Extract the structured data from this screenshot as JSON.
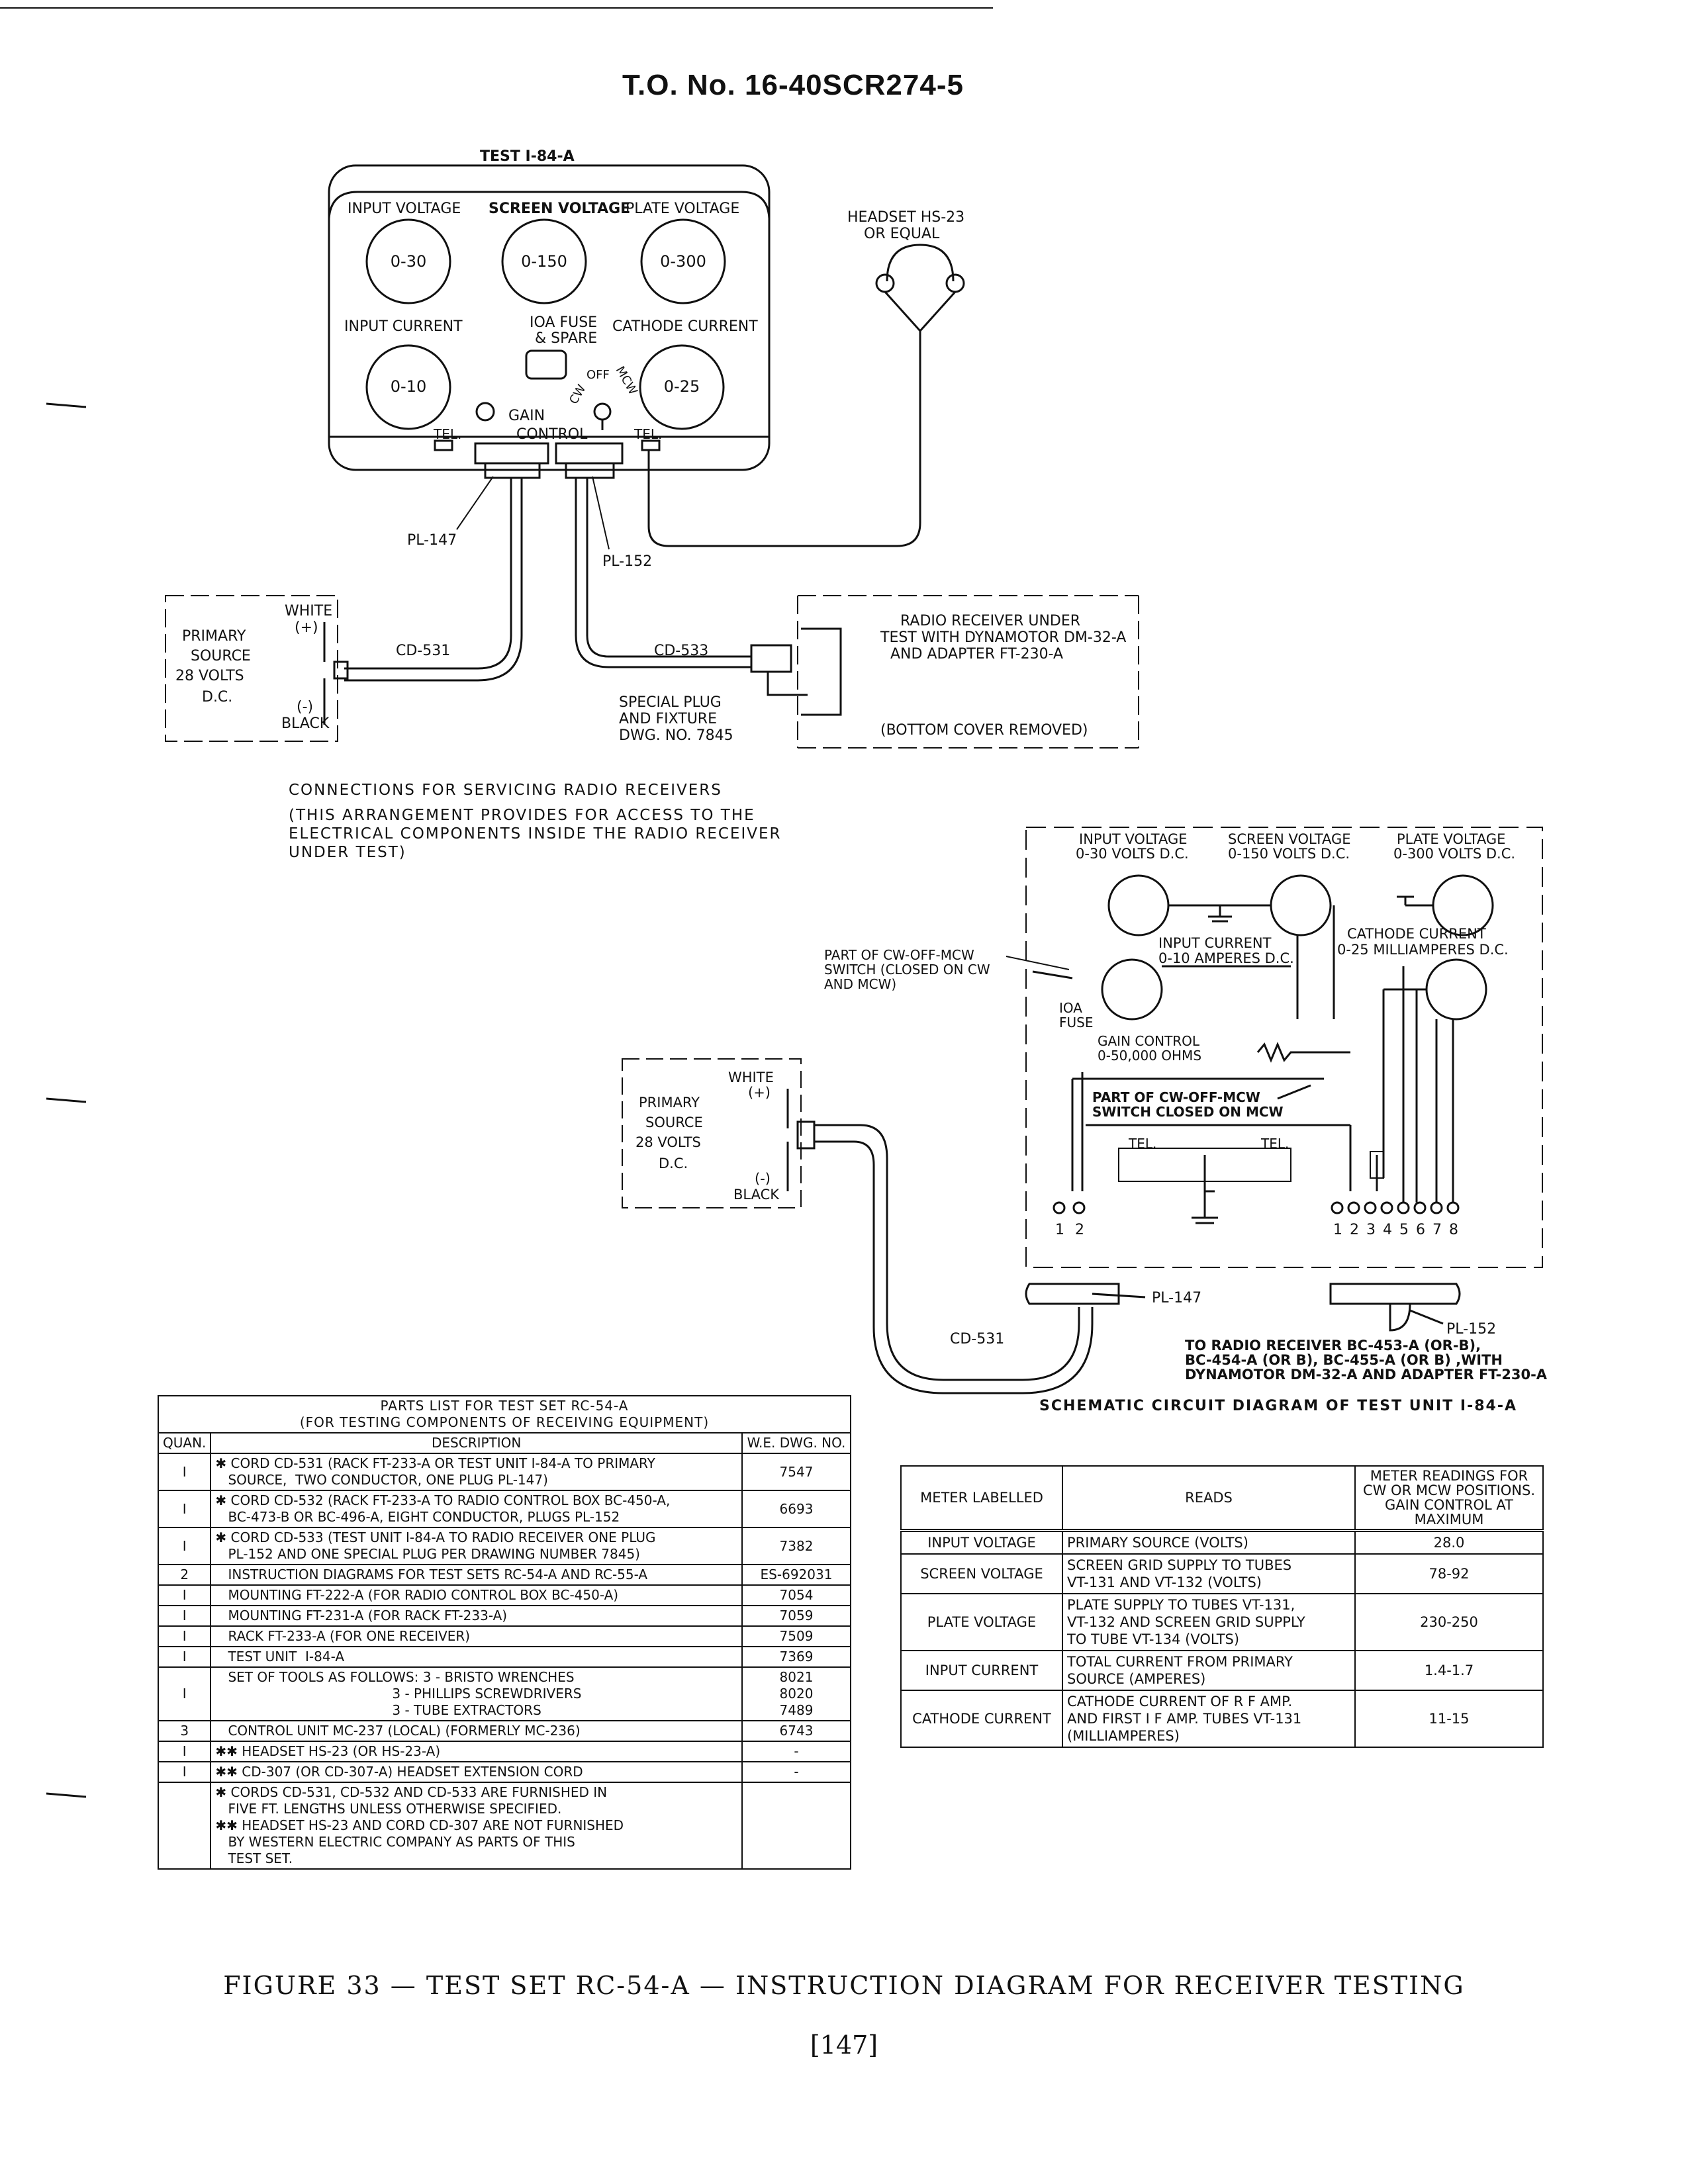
{
  "header": {
    "to_number": "T.O. No. 16-40SCR274-5"
  },
  "test_unit": {
    "title": "TEST  I-84-A",
    "input_voltage": "INPUT  VOLTAGE",
    "screen_voltage": "SCREEN VOLTAGE",
    "plate_voltage": "PLATE VOLTAGE",
    "meter_030": "0-30",
    "meter_0150": "0-150",
    "meter_0300": "0-300",
    "input_current": "INPUT  CURRENT",
    "fuse1": "IOA FUSE",
    "fuse2": "& SPARE",
    "cathode_current": "CATHODE CURRENT",
    "meter_010": "0-10",
    "meter_025": "0-25",
    "gain": "GAIN",
    "control": "CONTROL",
    "tel_left": "TEL.",
    "tel_right": "TEL.",
    "cw": "CW",
    "off": "OFF",
    "mcw": "MCW"
  },
  "headset": {
    "line1": "HEADSET HS-23",
    "line2": "OR EQUAL"
  },
  "connections": {
    "pl147": "PL-147",
    "pl152": "PL-152",
    "cd531": "CD-531",
    "cd533": "CD-533",
    "white": "WHITE",
    "plus": "(+)",
    "primary": "PRIMARY",
    "source": "SOURCE",
    "volts": "28  VOLTS",
    "dc": "D.C.",
    "minus": "(-)",
    "black": "BLACK",
    "plug1": "SPECIAL  PLUG",
    "plug2": "AND   FIXTURE",
    "plug3": "DWG.  NO. 7845",
    "recv1": "RADIO RECEIVER UNDER",
    "recv2": "TEST WITH DYNAMOTOR DM-32-A",
    "recv3": "AND ADAPTER FT-230-A",
    "recv4": "(BOTTOM COVER REMOVED)",
    "caption": [
      "CONNECTIONS  FOR  SERVICING  RADIO  RECEIVERS",
      "(THIS  ARRANGEMENT  PROVIDES  FOR  ACCESS  TO  THE",
      "ELECTRICAL  COMPONENTS  INSIDE  THE  RADIO  RECEIVER",
      "UNDER  TEST)"
    ]
  },
  "schematic": {
    "iv1": "INPUT  VOLTAGE",
    "iv2": "0-30  VOLTS  D.C.",
    "sv1": "SCREEN  VOLTAGE",
    "sv2": "0-150  VOLTS  D.C.",
    "pv1": "PLATE  VOLTAGE",
    "pv2": "0-300  VOLTS  D.C.",
    "ic1": "INPUT  CURRENT",
    "ic2": "0-10  AMPERES  D.C.",
    "cc1": "CATHODE  CURRENT",
    "cc2": "0-25  MILLIAMPERES  D.C.",
    "sw1": "PART  OF  CW-OFF-MCW",
    "sw2": "SWITCH  (CLOSED  ON CW",
    "sw3": "AND  MCW)",
    "fuse1": "IOA",
    "fuse2": "FUSE",
    "gain1": "GAIN  CONTROL",
    "gain2": "0-50,000  OHMS",
    "mcw1": "PART  OF  CW-OFF-MCW",
    "mcw2": "SWITCH  CLOSED  ON  MCW",
    "tel_left": "TEL.",
    "tel_right": "TEL.",
    "pins_left": [
      "1",
      "2"
    ],
    "pins_right": [
      "1",
      "2",
      "3",
      "4",
      "5",
      "6",
      "7",
      "8"
    ],
    "white": "WHITE",
    "plus": "(+)",
    "primary": "PRIMARY",
    "source": "SOURCE",
    "volts": "28  VOLTS",
    "dc": "D.C.",
    "minus": "(-)",
    "black": "BLACK",
    "pl147": "PL-147",
    "pl152": "PL-152",
    "cd531": "CD-531",
    "to1": "TO RADIO RECEIVER BC-453-A (OR-B),",
    "to2": "BC-454-A (OR B), BC-455-A (OR B) ,WITH",
    "to3": "DYNAMOTOR DM-32-A AND ADAPTER FT-230-A",
    "caption": "SCHEMATIC  CIRCUIT  DIAGRAM  OF  TEST  UNIT  I-84-A"
  },
  "parts_list": {
    "title1": "PARTS LIST FOR TEST SET RC-54-A",
    "title2": "(FOR TESTING COMPONENTS OF RECEIVING EQUIPMENT)",
    "headers": [
      "QUAN.",
      "DESCRIPTION",
      "W.E. DWG. NO."
    ],
    "rows": [
      {
        "q": "I",
        "d": "✱ CORD CD-531 (RACK FT-233-A OR TEST UNIT I-84-A TO PRIMARY\n   SOURCE,  TWO CONDUCTOR, ONE PLUG PL-147)",
        "n": "7547"
      },
      {
        "q": "I",
        "d": "✱ CORD CD-532 (RACK FT-233-A TO RADIO CONTROL BOX BC-450-A,\n   BC-473-B OR BC-496-A, EIGHT CONDUCTOR, PLUGS PL-152",
        "n": "6693"
      },
      {
        "q": "I",
        "d": "✱ CORD CD-533 (TEST UNIT I-84-A TO RADIO RECEIVER ONE PLUG\n   PL-152 AND ONE SPECIAL PLUG PER DRAWING NUMBER 7845)",
        "n": "7382"
      },
      {
        "q": "2",
        "d": "   INSTRUCTION DIAGRAMS FOR TEST SETS RC-54-A AND RC-55-A",
        "n": "ES-692031"
      },
      {
        "q": "I",
        "d": "   MOUNTING FT-222-A (FOR RADIO CONTROL BOX BC-450-A)",
        "n": "7054"
      },
      {
        "q": "I",
        "d": "   MOUNTING FT-231-A (FOR RACK FT-233-A)",
        "n": "7059"
      },
      {
        "q": "I",
        "d": "   RACK FT-233-A (FOR ONE RECEIVER)",
        "n": "7509"
      },
      {
        "q": "I",
        "d": "   TEST UNIT  I-84-A",
        "n": "7369"
      },
      {
        "q": "I",
        "d": "   SET OF TOOLS AS FOLLOWS: 3 - BRISTO WRENCHES\n                                          3 - PHILLIPS SCREWDRIVERS\n                                          3 - TUBE EXTRACTORS",
        "n": "8021\n8020\n7489"
      },
      {
        "q": "3",
        "d": "   CONTROL UNIT MC-237 (LOCAL) (FORMERLY MC-236)",
        "n": "6743"
      },
      {
        "q": "I",
        "d": "✱✱ HEADSET HS-23 (OR HS-23-A)",
        "n": "-"
      },
      {
        "q": "I",
        "d": "✱✱ CD-307 (OR CD-307-A) HEADSET EXTENSION CORD",
        "n": "-"
      },
      {
        "q": "",
        "d": "✱ CORDS CD-531, CD-532 AND CD-533 ARE FURNISHED IN\n   FIVE FT. LENGTHS UNLESS OTHERWISE SPECIFIED.\n✱✱ HEADSET HS-23 AND CORD CD-307 ARE NOT FURNISHED\n   BY WESTERN ELECTRIC COMPANY AS PARTS OF THIS\n   TEST SET.",
        "n": ""
      }
    ]
  },
  "meter_table": {
    "headers": [
      "METER LABELLED",
      "READS",
      "METER READINGS FOR\nCW OR MCW POSITIONS.\nGAIN CONTROL AT\nMAXIMUM"
    ],
    "rows": [
      {
        "m": "INPUT VOLTAGE",
        "r": "PRIMARY SOURCE  (VOLTS)",
        "v": "28.0"
      },
      {
        "m": "SCREEN VOLTAGE",
        "r": "SCREEN GRID SUPPLY TO TUBES\nVT-131 AND VT-132 (VOLTS)",
        "v": "78-92"
      },
      {
        "m": "PLATE VOLTAGE",
        "r": "PLATE SUPPLY TO TUBES VT-131,\nVT-132 AND SCREEN GRID SUPPLY\nTO TUBE VT-134  (VOLTS)",
        "v": "230-250"
      },
      {
        "m": "INPUT CURRENT",
        "r": "TOTAL CURRENT FROM PRIMARY\nSOURCE (AMPERES)",
        "v": "1.4-1.7"
      },
      {
        "m": "CATHODE CURRENT",
        "r": "CATHODE CURRENT OF R F AMP.\nAND FIRST I F AMP. TUBES VT-131\n(MILLIAMPERES)",
        "v": "11-15"
      }
    ]
  },
  "figure": {
    "caption": "FIGURE 33 — TEST SET RC-54-A — INSTRUCTION DIAGRAM FOR RECEIVER TESTING",
    "page": "[147]"
  }
}
